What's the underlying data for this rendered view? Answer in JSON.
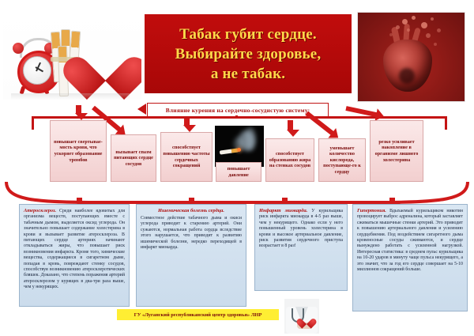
{
  "title": {
    "lines": [
      "Табак губит сердце.",
      "Выбирайте здоровье,",
      "а не табак."
    ]
  },
  "header": {
    "text": "Влияние курения на сердечно-сосудистую систему:"
  },
  "effect_boxes": [
    {
      "text": "повышает свертывае-мость крови, что ускоряет образование тромбов"
    },
    {
      "text": "вызывает спазм питающих сердце сосудов"
    },
    {
      "text": "способствует повышению частоты сердечных сокращений"
    },
    {
      "text": "повышает давление"
    },
    {
      "text": "способствует образованию жира на стенках сосудов"
    },
    {
      "text": "уменьшает количество кислорода, поступающе-го к сердцу"
    },
    {
      "text": "резко усиливает накопление в организме лишнего холестерина"
    }
  ],
  "panels": [
    {
      "title": "Атеросклероз.",
      "text": "Среди наиболее ядовитых для организма веществ, поступающих вместе с табачным дымом, выделяется оксид углерода. Он значительно повышает содержание холестерина в крови и вызывает развитие атеросклероза. В питающих сердце артериях начинают откладываться жиры, что повышает риск возникновения инфаркта. Кроме того, химические вещества, содержащиеся в сигаретном дыме, попадая в кровь, повреждают стенку сосудов, способствуя возникновению атеросклеротических бляшек. Доказано, что степень поражения артерий атеросклерозом у курящих в два-три раза выше, чем у некурящих."
    },
    {
      "title": "Ишемическая болезнь сердца.",
      "text": "Совместное действие табачного дыма и окиси углерода приводит к старению артерий. Они сужаются, нормальная работа сердца вследствие этого нарушается, что приводит к развитию ишемической болезни, нередко переходящей в инфаркт миокарда."
    },
    {
      "title": "Инфаркт миокарда.",
      "text": "У курильщика риск инфаркта миокарда в 4-5 раз выше, чем у некурящего. Однако если у него повышенный уровень холестерина в крови и высокое артериальное давление, риск развития сердечного приступа возрастает в 8 раз!"
    },
    {
      "title": "Гипертония.",
      "text": "Вдыхаемый курильщиком никотин провоцирует выброс адреналина, который заставляет сжиматься мышечные стенки артерий. Это приводит к повышению артериального давления и усилению сердцебиения. Под воздействием сигаретного дыма кровеносные сосуды сжимаются, и сердце вынуждено работать с усиленной нагрузкой. Интересная статистика: в среднем пульс курильщика на 10-20 ударов в минуту чаще пульса некурящего, а это значит, что за год его сердце совершает на 5-10 миллионов сокращений больше."
    }
  ],
  "footer": {
    "text": "ГУ «Луганский республиканский центр здоровья» ЛНР"
  },
  "images": {
    "clock_cigs_heart": "alarm-clock-cigarettes-heart-photo",
    "anatomical_heart": "anatomical-heart-photo",
    "smoke": "burning-cigarette-smoke-photo",
    "doctor": "doctor-holding-heart-photo"
  },
  "colors": {
    "banner_red": "#c10d0d",
    "title_yellow": "#ffd94a",
    "arrow_red": "#d01a1a",
    "box_pink": "#f2cfcf",
    "panel_blue": "#cbdcec",
    "footer_yellow": "#ffee33"
  }
}
